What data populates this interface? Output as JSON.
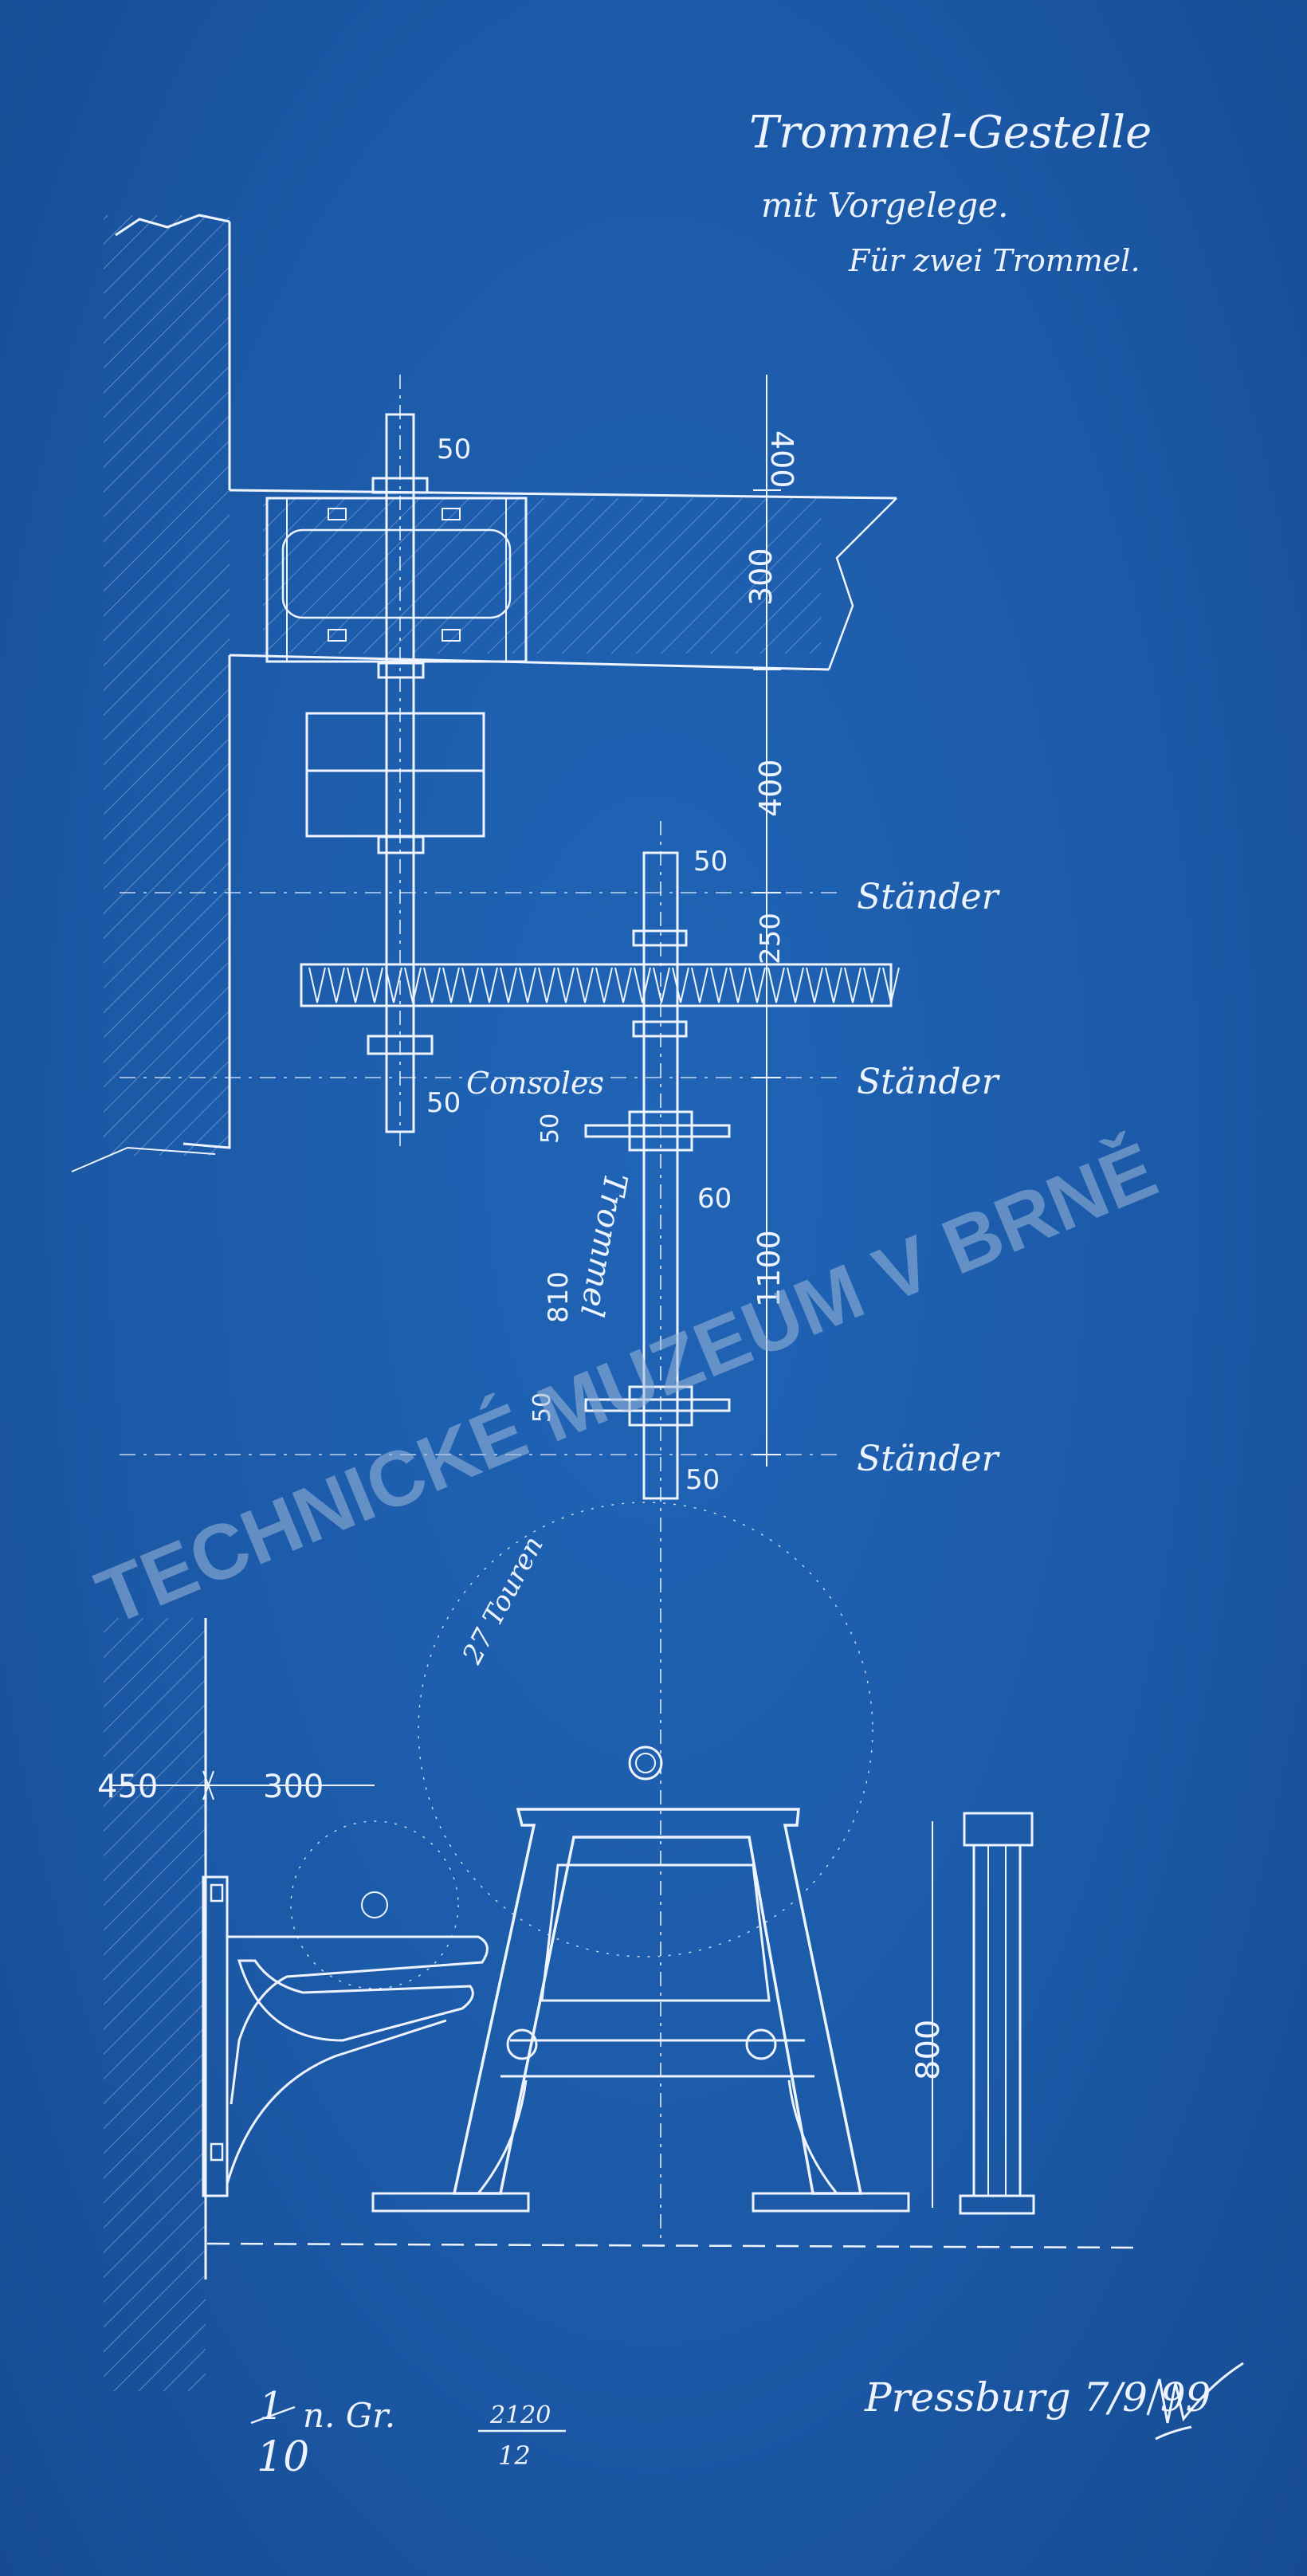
{
  "title": {
    "line1": "Trommel-Gestelle",
    "line2": "mit Vorgelege.",
    "line3": "Für zwei Trommel."
  },
  "dimensions": {
    "shaft_top": "50",
    "d400_top": "400",
    "d300": "300",
    "d400_mid": "400",
    "shaft_right_top": "50",
    "d250": "250",
    "shaft_left_bottom": "50",
    "d50_upper": "50",
    "d60": "60",
    "d1100": "1100",
    "d810": "810",
    "d50_lower": "50",
    "shaft_right_bottom": "50",
    "d450": "450",
    "d300_bottom": "300",
    "d800": "800"
  },
  "labels": {
    "staender_1": "Ständer",
    "staender_2": "Ständer",
    "staender_3": "Ständer",
    "consoles": "Consoles",
    "trommel": "Trommel",
    "touren": "27 Touren"
  },
  "footer": {
    "scale_num": "1",
    "scale_den": "10",
    "scale_text": "n. Gr.",
    "ref_num": "2120",
    "ref_den": "12",
    "place_date": "Pressburg 7/9 99"
  },
  "watermark": "TECHNICKÉ MUZEUM V BRNĚ",
  "colors": {
    "paper": "#1d5cab",
    "ink": "#eef4ff",
    "watermark": "#9db9da"
  }
}
